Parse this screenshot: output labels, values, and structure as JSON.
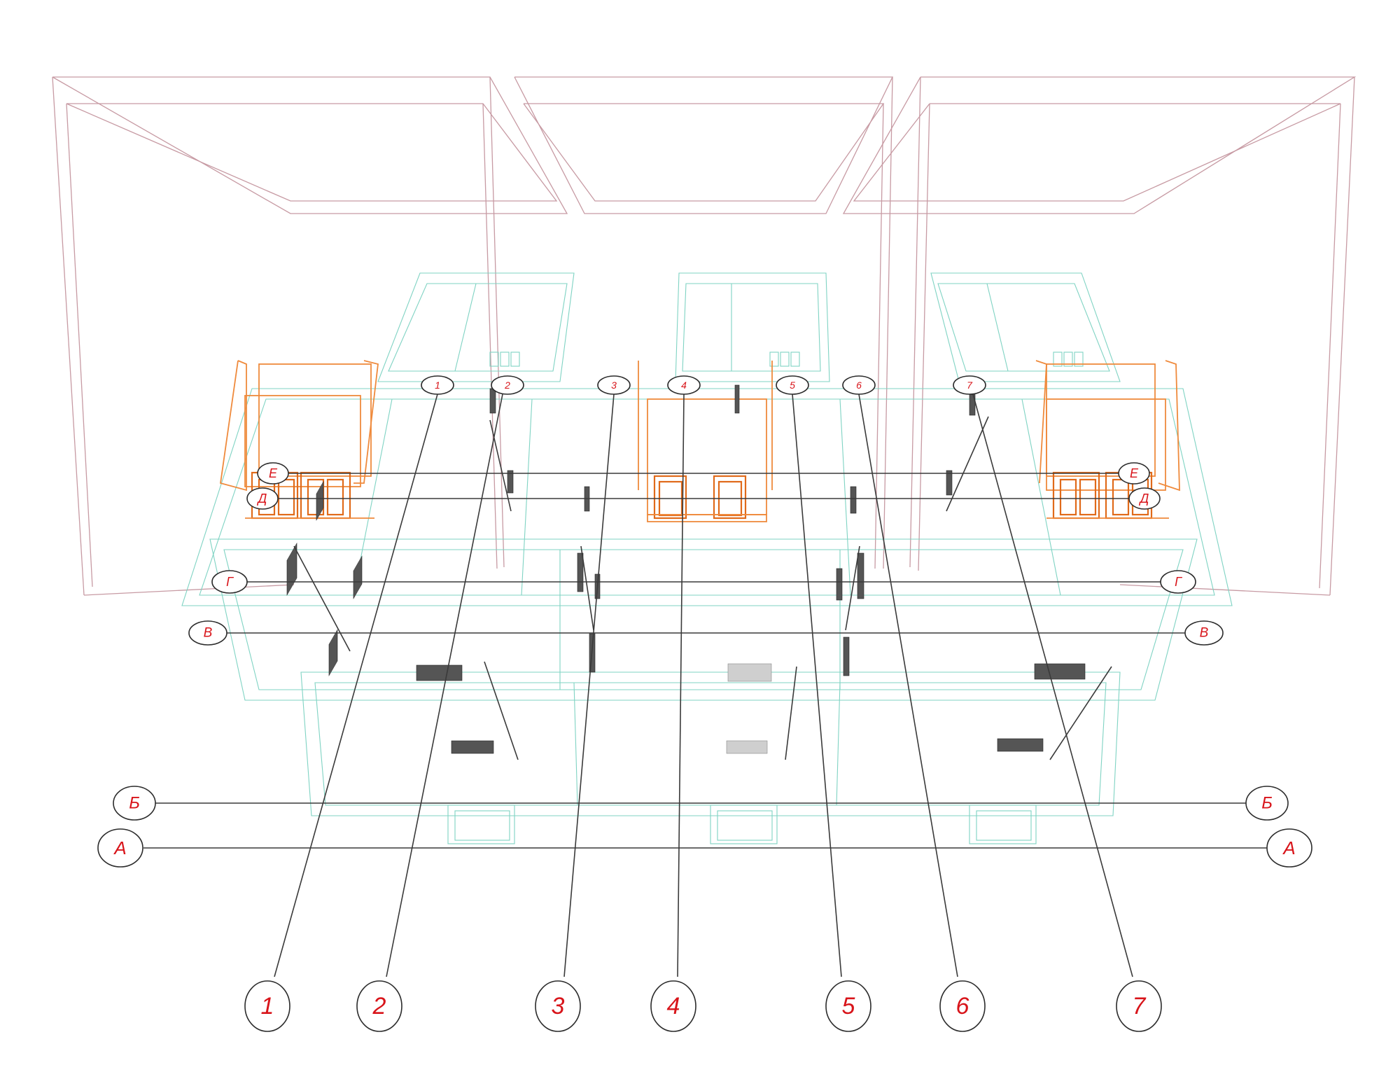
{
  "axes_letters": [
    "Е",
    "Д",
    "Г",
    "В",
    "Б",
    "А"
  ],
  "columns": [
    "1",
    "2",
    "3",
    "4",
    "5",
    "6",
    "7"
  ],
  "colors": {
    "label_red": "#d8141a",
    "wall_outline": "#c79aa3",
    "floor_outline": "#7fd3c3",
    "frame_orange": "#ef8a3c",
    "leader_line": "#3a3a3a"
  }
}
